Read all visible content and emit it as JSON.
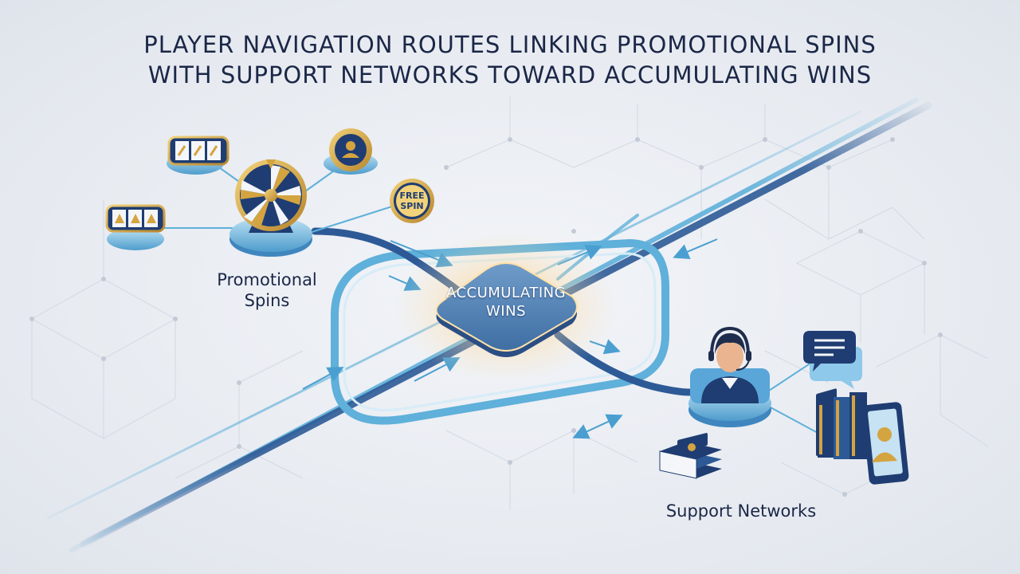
{
  "title": {
    "line1": "PLAYER NAVIGATION ROUTES LINKING PROMOTIONAL SPINS",
    "line2": "WITH SUPPORT NETWORKS TOWARD ACCUMULATING WINS"
  },
  "hub": {
    "line1": "ACCUMULATING",
    "line2": "WINS"
  },
  "promotional": {
    "line1": "Promotional",
    "line2": "Spins",
    "coin_line1": "FREE",
    "coin_line2": "SPIN"
  },
  "support": {
    "caption": "Support Networks"
  },
  "colors": {
    "navy": "#1f3d72",
    "route_dark": "#2d5a96",
    "route_light": "#5fb0da",
    "gold": "#d4a440",
    "hub_glow": "#ffb347"
  },
  "icons": [
    "slot-reel-icon",
    "prize-wheel-icon",
    "player-coin-icon",
    "free-spin-coin-icon",
    "support-agent-icon",
    "chat-bubble-icon",
    "book-stack-icon",
    "knowledge-base-icon"
  ]
}
